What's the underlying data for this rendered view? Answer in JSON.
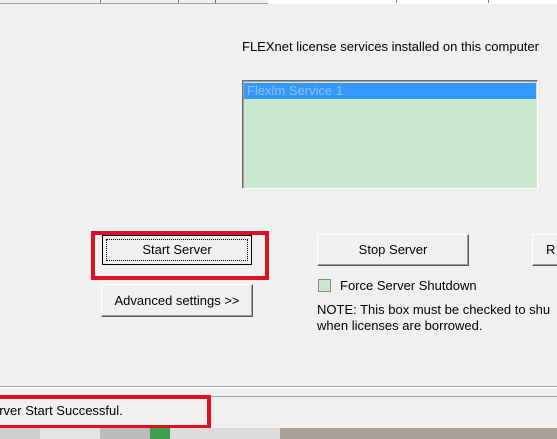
{
  "services": {
    "label": "FLEXnet license services installed on this computer",
    "items": [
      "Flexlm Service 1"
    ],
    "selected_index": 0,
    "list_bg_color": "#cbe8d0",
    "selection_color": "#3399ff"
  },
  "buttons": {
    "start_server": "Start Server",
    "stop_server": "Stop Server",
    "reread": "R",
    "advanced_settings": "Advanced settings >>"
  },
  "force_shutdown": {
    "label": "Force Server Shutdown",
    "checked": false
  },
  "note": {
    "line1": "NOTE:  This box must be checked to shu",
    "line2": "when licenses are borrowed."
  },
  "status": {
    "text": "erver Start Successful."
  },
  "annotations": {
    "highlight_color": "#e01020"
  }
}
